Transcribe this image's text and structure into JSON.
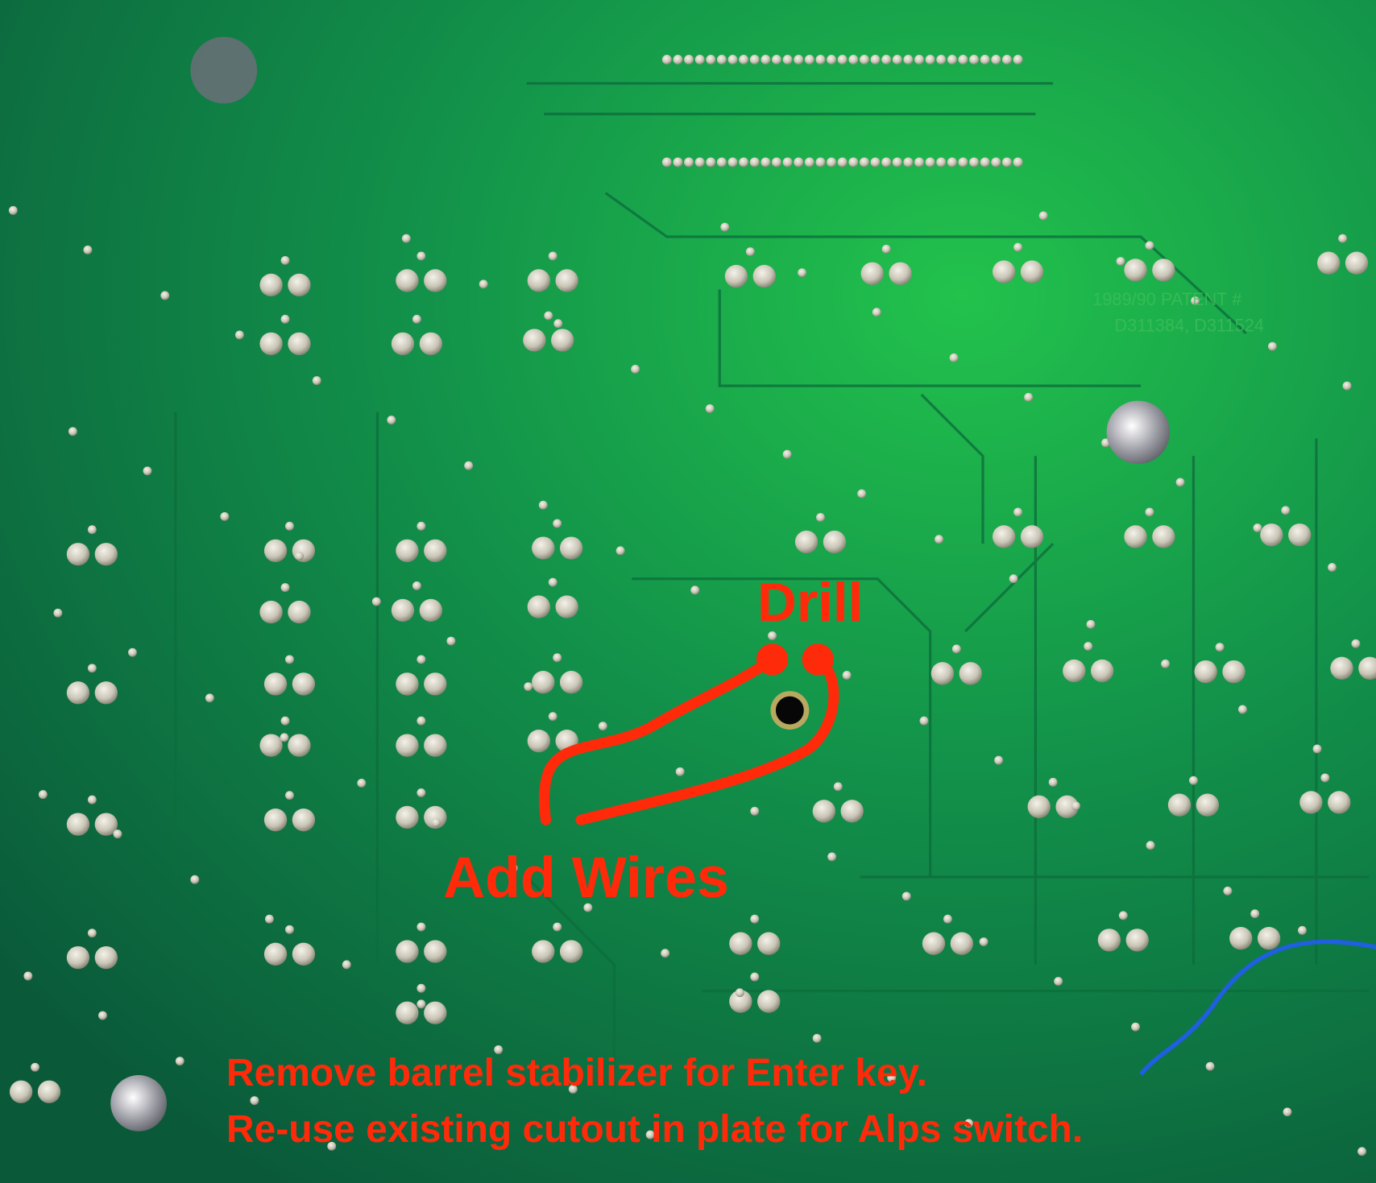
{
  "photo": {
    "subject": "keyboard-pcb-underside",
    "colors": {
      "board": "#0f7a45",
      "board_light": "#1fbf4a",
      "solder": "#d8d4c8",
      "annotation": "#ff2a0a",
      "wire": "#1f5fe0"
    }
  },
  "silkscreen": {
    "line1": "1989/90 PATENT #",
    "line2": "D311384, D311524"
  },
  "annotations": {
    "drill": "Drill",
    "add_wires": "Add Wires",
    "note_line1": "Remove barrel stabilizer for Enter key.",
    "note_line2": "Re-use existing cutout in plate for Alps switch."
  }
}
